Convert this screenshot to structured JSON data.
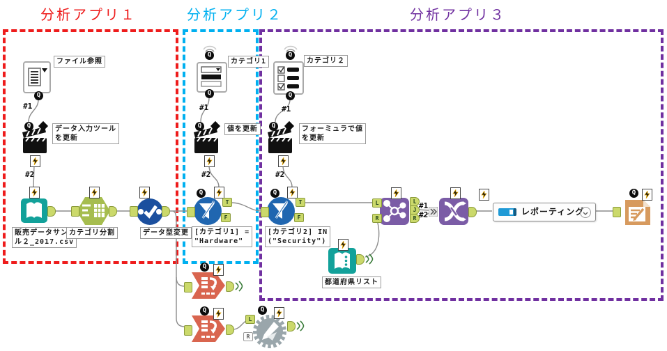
{
  "titles": {
    "app1": "分析アプリ１",
    "app2": "分析アプリ２",
    "app3": "分析アプリ３"
  },
  "labels": {
    "file_browse": "ファイル参照",
    "action1_l1": "データ入力ツール",
    "action1_l2": "を更新",
    "input_sales_l1": "販売データサン",
    "input_sales_l2": "ル２_2017.csv",
    "formula": "カテゴリ分割",
    "select": "データ型変更",
    "dropdown": "カテゴリ1",
    "action2": "値を更新",
    "filter1_l1": "[カテゴリ1] =",
    "filter1_l2": "\"Hardware\"",
    "listbox": "カテゴリ２",
    "action3_l1": "フォーミュラで値",
    "action3_l2": "を更新",
    "filter2_l1": "[カテゴリ2] IN",
    "filter2_l2": "(\"Security\")",
    "pref": "都道府県リスト",
    "container": "レポーティング"
  },
  "connections": {
    "app1_c1": "#1",
    "app1_c2": "#2",
    "app2_c1": "#1",
    "app2_c2": "#2",
    "app3_c1": "#1",
    "app3_c2": "#2",
    "join_c1": "#1",
    "join_c2": "#2"
  },
  "ports": {
    "q": "Q",
    "t": "T",
    "f": "F",
    "l": "L",
    "j": "J",
    "r": "R"
  },
  "colors": {
    "app1": "#ee1c1c",
    "app2": "#00b0f0",
    "app3": "#7030a0"
  }
}
